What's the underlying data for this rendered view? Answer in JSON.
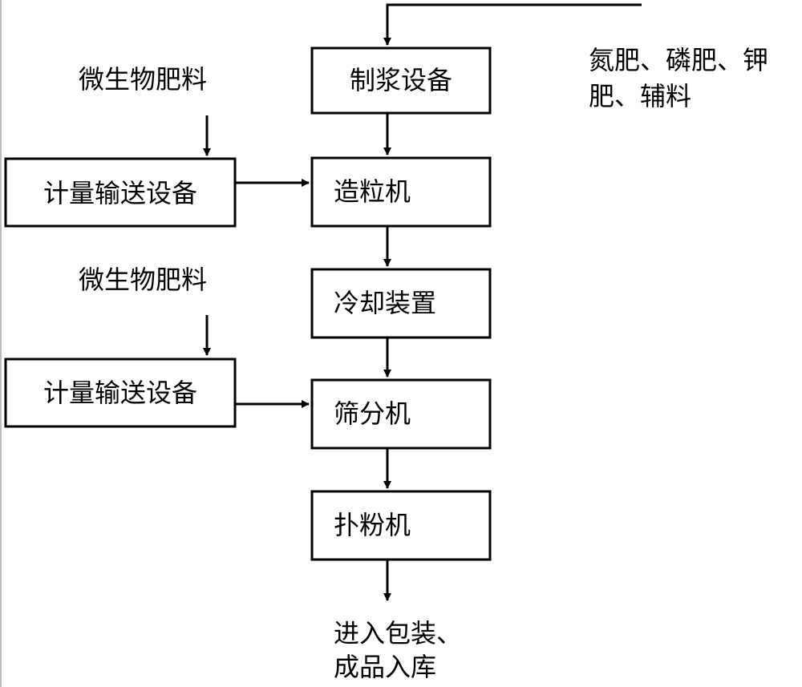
{
  "diagram": {
    "nodes": {
      "pulping": "制浆设备",
      "granulator": "造粒机",
      "cooling": "冷却装置",
      "screening": "筛分机",
      "powder": "扑粉机",
      "meter1": "计量输送设备",
      "meter2": "计量输送设备"
    },
    "inputs": {
      "microbial_1": "微生物肥料",
      "microbial_2": "微生物肥料",
      "nutrients_line1": "氮肥、磷肥、钾",
      "nutrients_line2": "肥、辅料"
    },
    "output": {
      "line1": "进入包装、",
      "line2": "成品入库"
    },
    "colors": {
      "stroke": "#000000",
      "background": "#ffffff"
    }
  }
}
